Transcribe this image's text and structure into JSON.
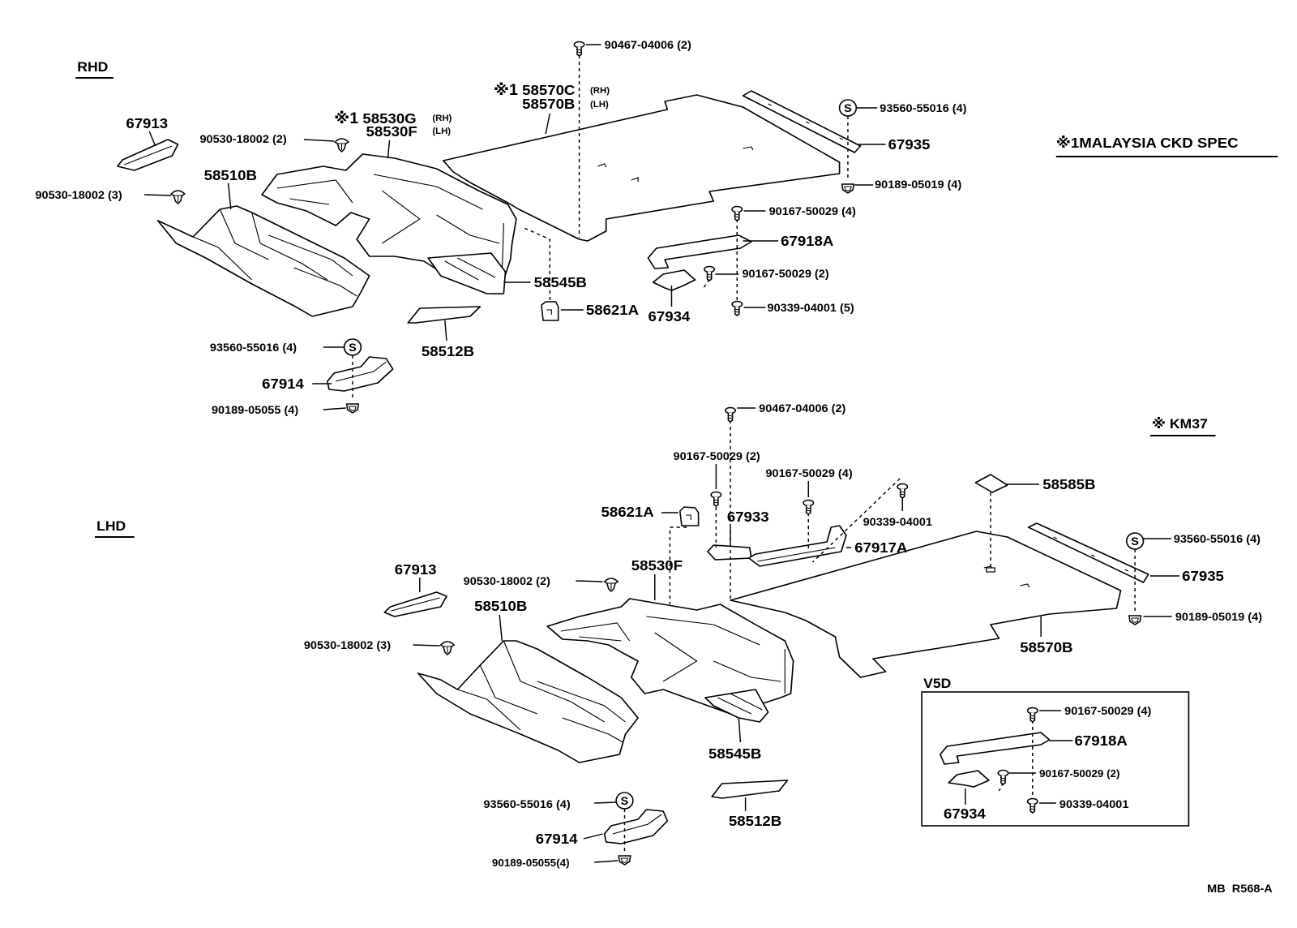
{
  "notes": {
    "malaysia_spec": "※1MALAYSIA CKD SPEC",
    "km37": "※ KM37"
  },
  "diagram_code": "MB  R568-A",
  "symbols": {
    "washer": "S"
  },
  "icons": [
    "screw-icon",
    "clip-icon",
    "nut-icon",
    "washer-s-icon"
  ],
  "rhd": {
    "heading": "RHD",
    "screw_90467": "90467-04006 (2)",
    "mat_mark": "※1",
    "mat_rh": "58570C",
    "mat_rh_side": "(RH)",
    "mat_lh": "58570B",
    "mat_lh_side": "(LH)",
    "front_mark": "※1",
    "front_rh": "58530G",
    "front_rh_side": "(RH)",
    "front_lh": "58530F",
    "front_lh_side": "(LH)",
    "bracket_67913": "67913",
    "clip_90530_2": "90530-18002 (2)",
    "floor_58510b": "58510B",
    "clip_90530_3": "90530-18002 (3)",
    "screw_93560_top": "93560-55016 (4)",
    "strip_67935": "67935",
    "nut_90189_05019": "90189-05019 (4)",
    "screw_90167_4": "90167-50029 (4)",
    "bracket_67918a": "67918A",
    "screw_90167_2": "90167-50029 (2)",
    "pad_58545b": "58545B",
    "clip_58621a": "58621A",
    "bracket_67934": "67934",
    "screw_90339": "90339-04001 (5)",
    "pad_58512b": "58512B",
    "screw_93560_bottom": "93560-55016 (4)",
    "bracket_67914": "67914",
    "nut_90189_05055": "90189-05055 (4)"
  },
  "lhd": {
    "heading": "LHD",
    "screw_90467": "90467-04006 (2)",
    "screw_90167_2": "90167-50029 (2)",
    "screw_90167_4": "90167-50029 (4)",
    "pad_58585b": "58585B",
    "screw_90339": "90339-04001",
    "clip_58621a": "58621A",
    "bracket_67933": "67933",
    "screw_93560_right": "93560-55016 (4)",
    "bracket_67917a": "67917A",
    "bracket_67913": "67913",
    "front_58530f": "58530F",
    "clip_90530_2": "90530-18002 (2)",
    "strip_67935": "67935",
    "floor_58510b": "58510B",
    "nut_90189_05019": "90189-05019 (4)",
    "clip_90530_3": "90530-18002 (3)",
    "mat_58570b": "58570B",
    "pad_58545b": "58545B",
    "screw_93560_bottom": "93560-55016 (4)",
    "pad_58512b": "58512B",
    "bracket_67914": "67914",
    "nut_90189_05055": "90189-05055(4)"
  },
  "v5d": {
    "heading": "V5D",
    "screw_90167_4": "90167-50029 (4)",
    "bracket_67918a": "67918A",
    "screw_90167_2": "90167-50029 (2)",
    "screw_90339": "90339-04001",
    "bracket_67934": "67934"
  }
}
